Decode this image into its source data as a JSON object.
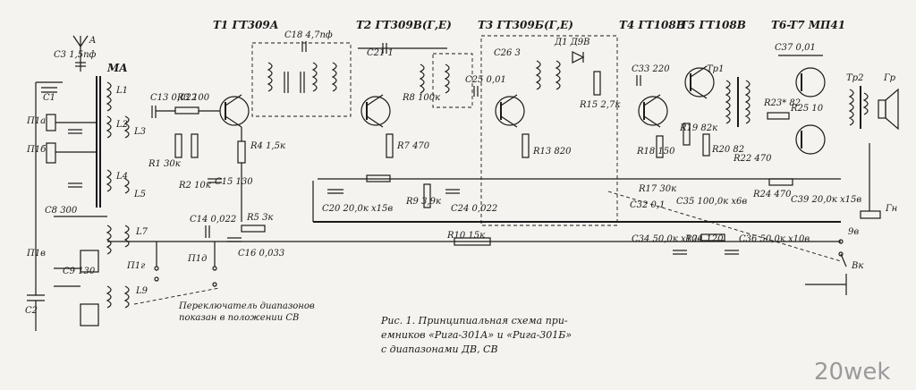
{
  "transistors": {
    "t1": "T1 ГТ309А",
    "t2": "T2 ГТ309В(Г,Е)",
    "t3": "T3 ГТ309Б(Г,Е)",
    "t4": "T4 ГТ108В",
    "t5": "T5 ГТ108В",
    "t67": "T6-T7 МП41"
  },
  "labels": {
    "antenna": "A",
    "ma": "MA",
    "c3": "C3 1,5пф",
    "c13": "C13 0,022",
    "r3": "R3 100",
    "c18": "C18 4,7пф",
    "c21": "C21 1",
    "c25": "C25 0,01",
    "c263": "C26 3",
    "d1": "Д1 Д9В",
    "c33": "C33 220",
    "c37": "C37 0,01",
    "tr1": "Tр1",
    "tr2": "Tр2",
    "gr": "Гр",
    "r4": "R4 1,5к",
    "r7": "R7 470",
    "r8": "R8 100к",
    "r13": "R13 820",
    "r15": "R15 2,7к",
    "r18": "R18 150",
    "r19": "R19 82к",
    "r20": "R20 82",
    "r22": "R22 470",
    "r23": "R23* 82",
    "r25": "R25 10",
    "r24": "R24 470",
    "c20": "C20 20,0к x15в",
    "c24": "C24 0,022",
    "r9": "R9 3,9к",
    "r10": "R10 15к",
    "r5": "R5 3к",
    "c14": "C14 0,022",
    "c16": "C16 0,033",
    "c15": "C15 130",
    "r1": "R1 30к",
    "r2": "R2 10к",
    "c8": "C8 300",
    "c9": "C9 130",
    "c34": "C34 50,0к x10в",
    "r21": "R21 120",
    "c36": "C36 50,0к x10в",
    "c35": "C35 100,0к x6в",
    "r17": "R17 30к",
    "c32": "C32 0,1",
    "c39": "C39 20,0к x15в",
    "gn": "Гн",
    "vk": "Вк",
    "v9": "9в",
    "pi1a": "П1а",
    "pi1b": "П1б",
    "pi1v": "П1в",
    "pi1g": "П1г",
    "pi1d": "П1д",
    "l1": "L1",
    "l2": "L2",
    "l3": "L3",
    "l4": "L4",
    "l5": "L5",
    "l7": "L7",
    "l9": "L9",
    "c1": "C1",
    "c2": "C2",
    "switch_note_1": "Переключатель диапазонов",
    "switch_note_2": "показан в положении СВ"
  },
  "caption": {
    "line1": "Рис. 1. Принципиальная схема при-",
    "line2": "емников «Рига-301А» и «Рига-301Б»",
    "line3": "с диапазонами ДВ, СВ"
  },
  "watermark": "20wek"
}
